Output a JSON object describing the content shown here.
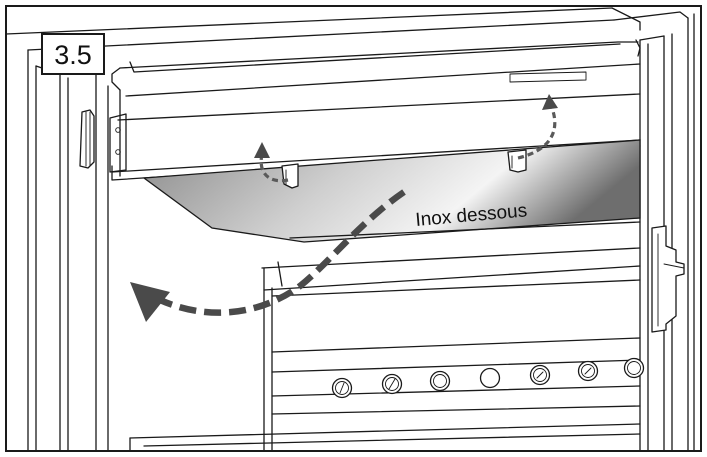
{
  "figure": {
    "step_number": "3.5",
    "part_label": "Inox dessous",
    "colors": {
      "outline": "#1a1a1a",
      "arrow": "#4a4a4a",
      "background": "#ffffff",
      "panel_gradient_dark": "#7a7a7a",
      "panel_gradient_light": "#f4f4f4"
    },
    "icons": [
      "hinge-icon",
      "knob-icon",
      "dashed-arrow-icon"
    ],
    "knob_count": 7
  }
}
